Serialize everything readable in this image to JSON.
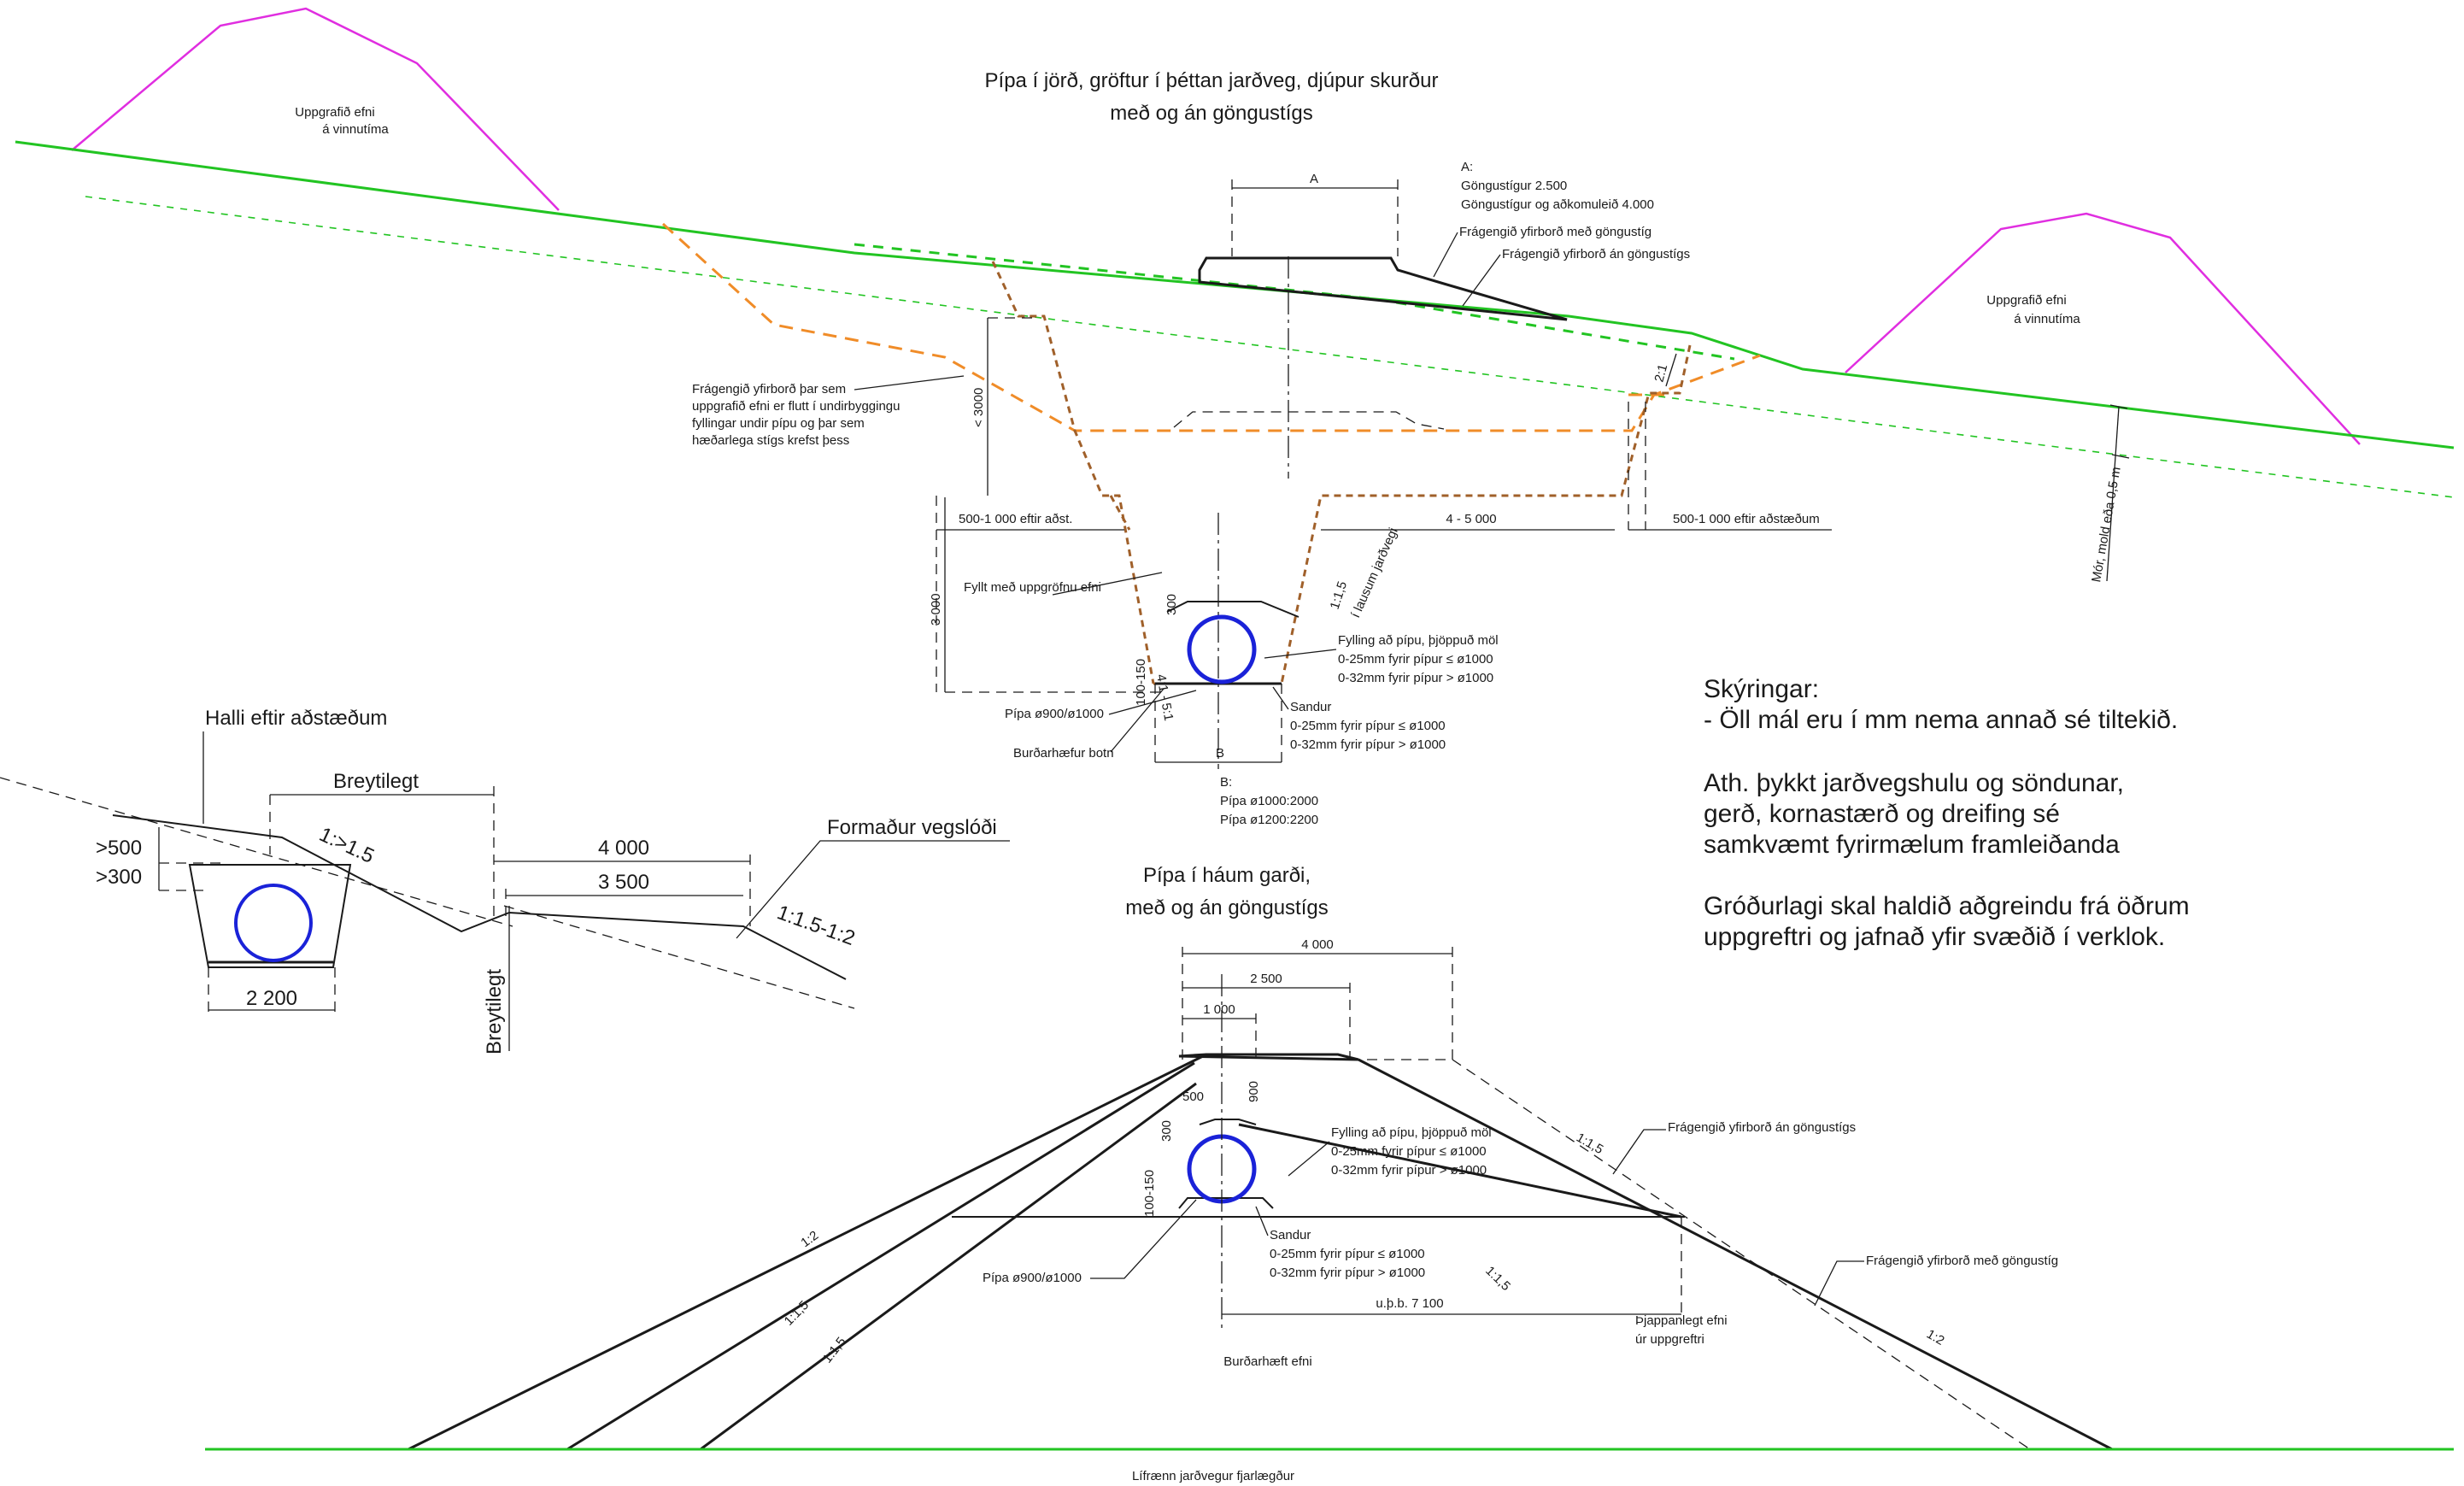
{
  "colors": {
    "ground_line": "#22c422",
    "stockpile": "#e02ee0",
    "excavation_outline": "#f08c28",
    "excavation_dashed": "#a0602a",
    "pipe": "#1a22d8",
    "ink": "#1a1a1a"
  },
  "top_section": {
    "title_line1": "Pípa í jörð, gröftur í þéttan jarðveg, djúpur skurður",
    "title_line2": "með og án göngustígs",
    "stockpile_left_line1": "Uppgrafið efni",
    "stockpile_left_line2": "á vinnutíma",
    "stockpile_right_line1": "Uppgrafið efni",
    "stockpile_right_line2": "á vinnutíma",
    "dim_a": "A",
    "a_label_line1": "A:",
    "a_label_line2": "Göngustígur 2.500",
    "a_label_line3": "Göngustígur og aðkomuleið 4.000",
    "surface_with_path": "Frágengið yfirborð með göngustíg",
    "surface_without_path": "Frágengið yfirborð án göngustígs",
    "fill_note_line1": "Frágengið yfirborð þar sem",
    "fill_note_line2": "uppgrafið efni er flutt í undirbyggingu",
    "fill_note_line3": "fyllingar undir pípu og þar sem",
    "fill_note_line4": "hæðarlega stígs krefst þess",
    "dim_lt3000": "< 3000",
    "slope_2_1": "2:1",
    "moor_label": "Mór, mold eða 0,5 m",
    "dim_left_bench": "500-1 000 eftir aðst.",
    "dim_4_5000": "4 - 5 000",
    "dim_right_bench": "500-1 000 eftir aðstæðum",
    "dim_3000": "3 000",
    "backfill_label": "Fyllt með uppgröfnu efni",
    "slope_loose_line1": "1:1,5",
    "slope_loose_line2": "í lausum jarðvegi",
    "dim_300": "300",
    "slope_4_1": "4:1 - 5:1",
    "fill_pipe_line1": "Fylling að pípu, þjöppuð möl",
    "fill_pipe_line2": "0-25mm fyrir pípur ≤ ø1000",
    "fill_pipe_line3": "0-32mm fyrir pípur > ø1000",
    "dim_100_150": "100-150",
    "sand_line1": "Sandur",
    "sand_line2": "0-25mm fyrir pípur ≤ ø1000",
    "sand_line3": "0-32mm fyrir pípur > ø1000",
    "pipe_label": "Pípa ø900/ø1000",
    "bearing_bottom": "Burðarhæfur botn",
    "dim_b": "B",
    "b_label_line1": "B:",
    "b_label_line2": "Pípa ø1000:2000",
    "b_label_line3": "Pípa ø1200:2200"
  },
  "left_section": {
    "slope_label": "Halli eftir aðstæðum",
    "variable_top": "Breytilegt",
    "slope_1_15": "1:>1.5",
    "dim_gt500": ">500",
    "dim_gt300": ">300",
    "dim_4000": "4 000",
    "dim_3500": "3 500",
    "track_label": "Formaður vegslóði",
    "slope_15_2": "1:1.5-1:2",
    "dim_2200": "2 200",
    "variable_vertical": "Breytilegt"
  },
  "legend": {
    "heading": "Skýringar:",
    "line1": "- Öll mál eru í mm nema annað sé tiltekið.",
    "note_line1": "Ath. þykkt jarðvegshulu og söndunar,",
    "note_line2": "gerð, kornastærð og dreifing sé",
    "note_line3": "samkvæmt fyrirmælum framleiðanda",
    "note_line4": "Gróðurlagi skal haldið aðgreindu frá öðrum",
    "note_line5": "uppgreftri og jafnað yfir svæðið í verklok."
  },
  "bottom_section": {
    "title_line1": "Pípa í háum garði,",
    "title_line2": "með og án göngustígs",
    "dim_4000": "4 000",
    "dim_2500": "2 500",
    "dim_1000": "1 000",
    "dim_500": "500",
    "dim_900": "900",
    "dim_300": "300",
    "dim_100_150": "100-150",
    "fill_pipe_line1": "Fylling að pípu, þjöppuð möl",
    "fill_pipe_line2": "0-25mm fyrir pípur ≤ ø1000",
    "fill_pipe_line3": "0-32mm fyrir pípur > ø1000",
    "sand_line1": "Sandur",
    "sand_line2": "0-25mm fyrir pípur ≤ ø1000",
    "sand_line3": "0-32mm fyrir pípur > ø1000",
    "pipe_label": "Pípa ø900/ø1000",
    "slope_1_15_right": "1:1,5",
    "surface_without_path": "Frágengið yfirborð án göngustígs",
    "surface_with_path": "Frágengið yfirborð með göngustíg",
    "slope_1_2_left": "1:2",
    "slope_1_15_left_a": "1:1,5",
    "slope_1_15_left_b": "1:1,5",
    "slope_1_15_inner": "1:1,5",
    "slope_1_2_right": "1:2",
    "dim_7100": "u.þ.b. 7 100",
    "compactable_line1": "Þjappanlegt efni",
    "compactable_line2": "úr uppgreftri",
    "bearing_material": "Burðarhæft efni",
    "subsoil": "Lífrænn jarðvegur fjarlægður"
  }
}
